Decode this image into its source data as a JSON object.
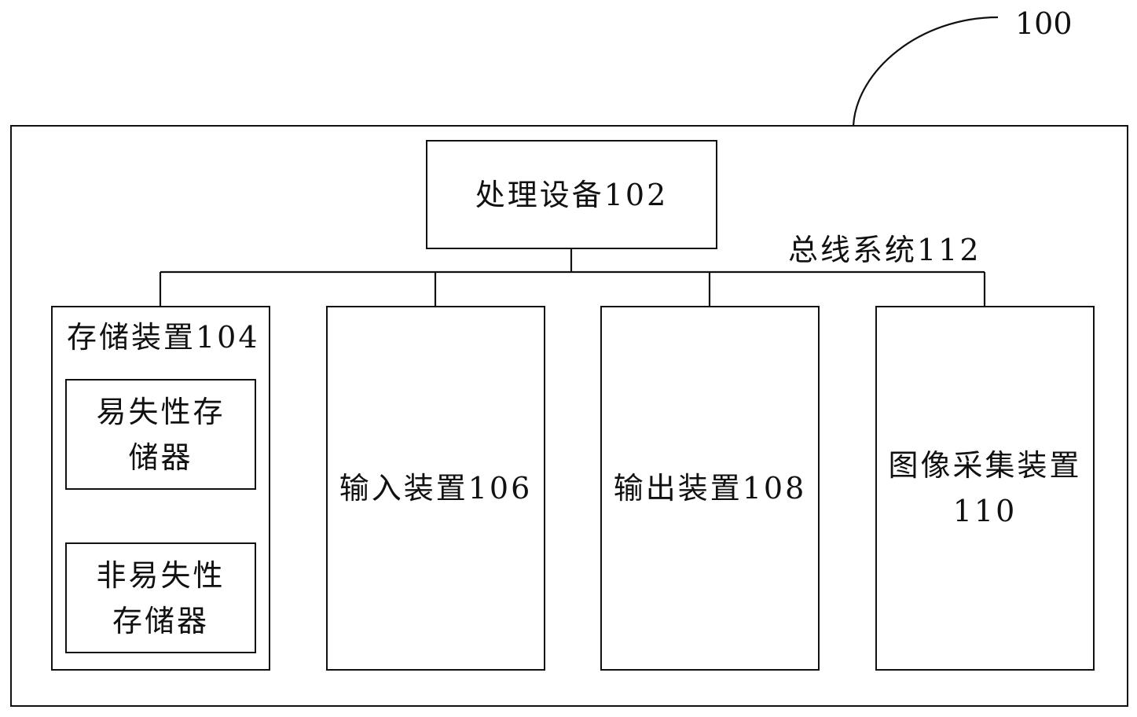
{
  "system_ref": "100",
  "processor": "处理设备102",
  "bus": "总线系统112",
  "storage": {
    "title": "存储装置104",
    "volatile": "易失性存\n储器",
    "nonvolatile": "非易失性\n存储器"
  },
  "input": "输入装置106",
  "output": "输出装置108",
  "camera": "图像采集装置\n110"
}
